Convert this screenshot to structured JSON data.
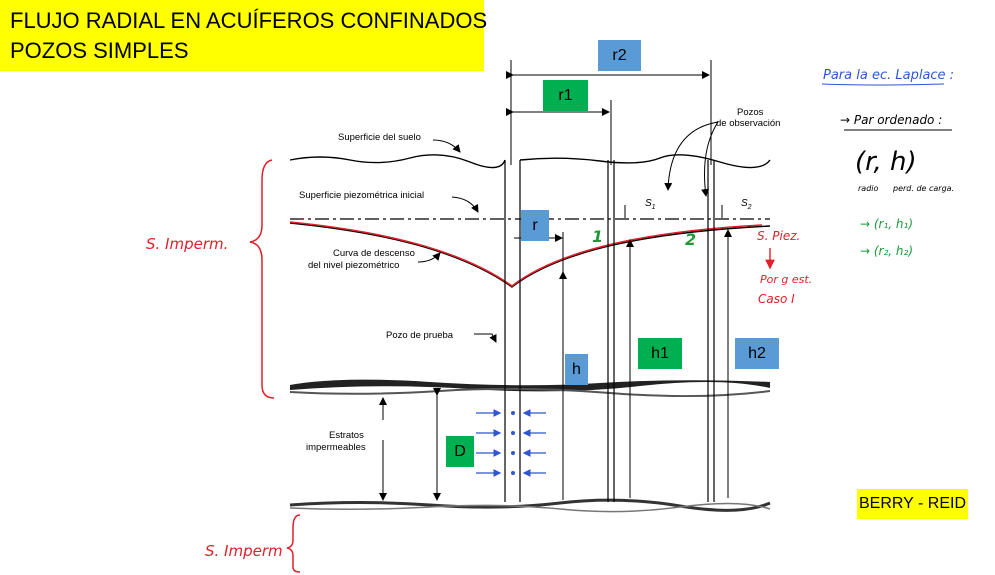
{
  "title": {
    "line1": "FLUJO RADIAL EN ACUÍFEROS CONFINADOS",
    "line2": "POZOS SIMPLES"
  },
  "credit": "BERRY  - REID",
  "labels": {
    "r2": "r2",
    "r1": "r1",
    "r": "r",
    "h": "h",
    "h1": "h1",
    "h2": "h2",
    "D": "D"
  },
  "figure": {
    "ground_surface": "Superficie del suelo",
    "piezometric_initial": "Superficie piezométrica inicial",
    "drawdown_curve_1": "Curva de descenso",
    "drawdown_curve_2": "del nivel piezométrico",
    "test_well": "Pozo de prueba",
    "observation_wells_1": "Pozos",
    "observation_wells_2": "de observación",
    "impermeable_1": "Estratos",
    "impermeable_2": "impermeables",
    "s1": "S",
    "s1_sub": "1",
    "s2": "S",
    "s2_sub": "2"
  },
  "annotations": {
    "s_imperm_left": "S. Imperm.",
    "s_imperm_bottom": "S. Imperm",
    "point_1": "1",
    "point_2": "2",
    "s_piez": "S. Piez.",
    "por_est": "Por g est.",
    "caso": "Caso I",
    "laplace_heading": "Para la ec. Laplace :",
    "ordered_pair": "→ Par ordenado :",
    "pair_main": "(r, h)",
    "radio": "radio",
    "perd_carga": "perd. de carga.",
    "pair1": "→ (r₁, h₁)",
    "pair2": "→ (r₂, h₂)"
  },
  "colors": {
    "yellow": "#ffff00",
    "blue_tag": "#5b9bd5",
    "green_tag": "#00b050",
    "red_ink": "#e0202a",
    "blue_ink": "#2f55d4",
    "green_ink": "#1e9a3a"
  }
}
